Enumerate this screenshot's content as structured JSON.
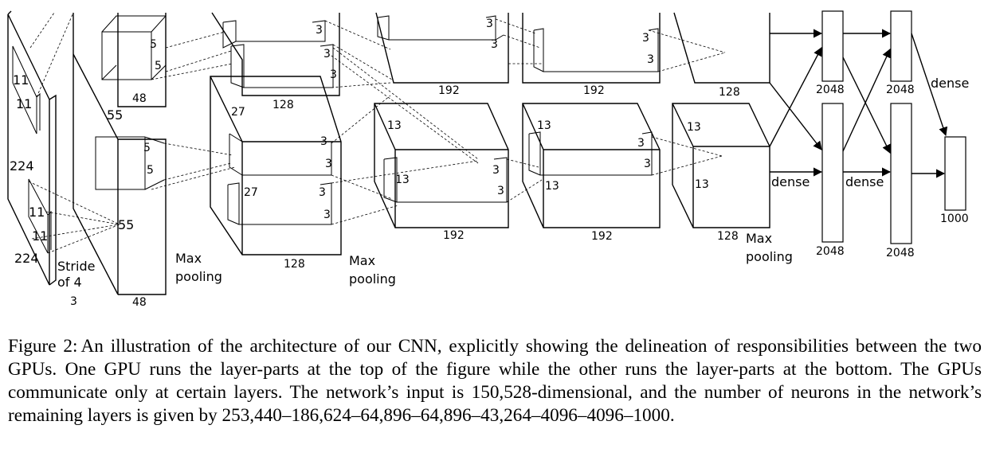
{
  "diagram": {
    "labels": {
      "input_height": "224",
      "input_width": "224",
      "input_depth": "3",
      "input_kernel_a": "11",
      "input_kernel_b": "11",
      "input_kernel_c": "11",
      "input_kernel_d": "11",
      "stride_line1": "Stride",
      "stride_line2": "of 4",
      "c1_top_k1": "5",
      "c1_top_k2": "5",
      "c1_bot_k1": "5",
      "c1_bot_k2": "5",
      "c1_size_a": "55",
      "c1_size_b": "55",
      "c1_depth_top": "48",
      "c1_depth_bot": "48",
      "maxpool1_line1": "Max",
      "maxpool1_line2": "pooling",
      "c2_top_k1": "3",
      "c2_top_k2": "3",
      "c2_top_k3": "3",
      "c2_bot_k1": "3",
      "c2_bot_k2": "3",
      "c2_bot_k3": "3",
      "c2_size_a": "27",
      "c2_size_b": "27",
      "c2_depth_top": "128",
      "c2_depth_bot": "128",
      "maxpool2_line1": "Max",
      "maxpool2_line2": "pooling",
      "c3_top_k1": "3",
      "c3_top_k2": "3",
      "c3_bot_k1": "3",
      "c3_bot_k2": "3",
      "c3_size_a": "13",
      "c3_size_b": "13",
      "c3_depth_top": "192",
      "c3_depth_bot": "192",
      "c4_top_k1": "3",
      "c4_top_k2": "3",
      "c4_bot_k1": "3",
      "c4_bot_k2": "3",
      "c4_size_a": "13",
      "c4_size_b": "13",
      "c4_depth_top": "192",
      "c4_depth_bot": "192",
      "c5_size_a": "13",
      "c5_size_b": "13",
      "c5_depth_top": "128",
      "c5_depth_bot": "128",
      "maxpool3_line1": "Max",
      "maxpool3_line2": "pooling",
      "dense_a": "dense",
      "dense_b": "dense",
      "dense_c": "dense",
      "fc1_top": "2048",
      "fc1_bot": "2048",
      "fc2_top": "2048",
      "fc2_bot": "2048",
      "output": "1000"
    }
  },
  "caption": {
    "label": "Figure 2:",
    "text": "An illustration of the architecture of our CNN, explicitly showing the delineation of responsibilities between the two GPUs. One GPU runs the layer-parts at the top of the figure while the other runs the layer-parts at the bottom. The GPUs communicate only at certain layers. The network’s input is 150,528-dimensional, and the number of neurons in the network’s remaining layers is given by 253,440–186,624–64,896–64,896–43,264–4096–4096–1000."
  }
}
